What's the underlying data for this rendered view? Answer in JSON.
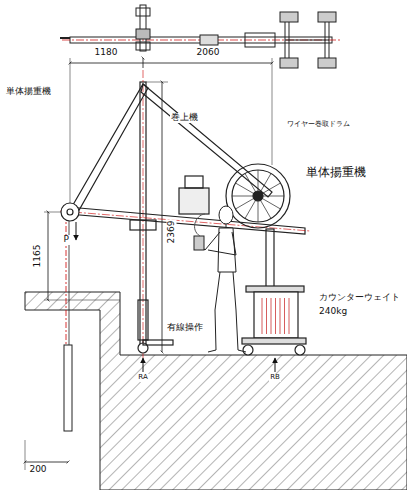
{
  "diagram": {
    "labels": [
      "1180",
      "2060",
      "単体揚重機",
      "巻上機",
      "ワイヤー巻取ドラム",
      "単体揚重機",
      "1165",
      "P",
      "2369",
      "有線操作",
      "カウンターウェイト",
      "240kg",
      "RA",
      "RB",
      "200"
    ]
  }
}
